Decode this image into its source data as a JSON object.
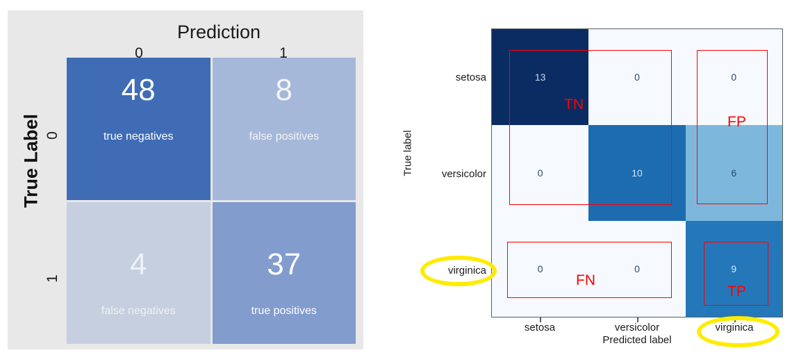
{
  "left_figure": {
    "title": "Prediction",
    "y_axis_label": "True Label",
    "col_labels": [
      "0",
      "1"
    ],
    "row_labels": [
      "0",
      "1"
    ],
    "cells": [
      {
        "key": "tn",
        "value": "48",
        "label": "true negatives",
        "color": "#3f6cb5",
        "text_color": "#ffffff"
      },
      {
        "key": "fp",
        "value": "8",
        "label": "false positives",
        "color": "#a6b8d9",
        "text_color": "#f2f4f8"
      },
      {
        "key": "fn",
        "value": "4",
        "label": "false negatives",
        "color": "#c5cfdf",
        "text_color": "#eef1f6"
      },
      {
        "key": "tp",
        "value": "37",
        "label": "true positives",
        "color": "#819ccd",
        "text_color": "#ffffff"
      }
    ],
    "background": "#e8e8e8"
  },
  "right_figure": {
    "y_axis_label": "True label",
    "x_axis_label": "Predicted label",
    "x_ticks": [
      "setosa",
      "versicolor",
      "virginica"
    ],
    "y_ticks": [
      "setosa",
      "versicolor",
      "virginica"
    ],
    "matrix": [
      [
        {
          "value": "13",
          "color": "#0b2c62",
          "text_color": "#cdd9ec"
        },
        {
          "value": "0",
          "color": "#f6f9fd",
          "text_color": "#26486f"
        },
        {
          "value": "0",
          "color": "#f6f9fd",
          "text_color": "#26486f"
        }
      ],
      [
        {
          "value": "0",
          "color": "#f6f9fd",
          "text_color": "#26486f"
        },
        {
          "value": "10",
          "color": "#1d6cb0",
          "text_color": "#d6e3f2"
        },
        {
          "value": "6",
          "color": "#7db8dc",
          "text_color": "#24476e"
        }
      ],
      [
        {
          "value": "0",
          "color": "#f6f9fd",
          "text_color": "#26486f"
        },
        {
          "value": "0",
          "color": "#f6f9fd",
          "text_color": "#26486f"
        },
        {
          "value": "9",
          "color": "#2478b9",
          "text_color": "#d8e5f3"
        }
      ]
    ],
    "annotations": [
      {
        "key": "tn",
        "label": "TN",
        "box_color": "#ff0000"
      },
      {
        "key": "fp",
        "label": "FP",
        "box_color": "#ff0000"
      },
      {
        "key": "fn",
        "label": "FN",
        "box_color": "#ff0000"
      },
      {
        "key": "tp",
        "label": "TP",
        "box_color": "#ff0000"
      }
    ],
    "highlights": [
      {
        "key": "ytick-virginica",
        "color": "#ffeb00"
      },
      {
        "key": "xtick-virginica",
        "color": "#ffeb00"
      }
    ]
  },
  "chart_data": {
    "type": "heatmap",
    "title": "",
    "charts": [
      {
        "name": "binary-confusion-matrix",
        "type": "heatmap",
        "xlabel": "Prediction",
        "ylabel": "True Label",
        "x_categories": [
          "0",
          "1"
        ],
        "y_categories": [
          "0",
          "1"
        ],
        "values": [
          [
            48,
            8
          ],
          [
            4,
            37
          ]
        ],
        "cell_annotations": [
          [
            "true negatives",
            "false positives"
          ],
          [
            "false negatives",
            "true positives"
          ]
        ],
        "grid": false,
        "legend": "none"
      },
      {
        "name": "iris-confusion-matrix",
        "type": "heatmap",
        "xlabel": "Predicted label",
        "ylabel": "True label",
        "x_categories": [
          "setosa",
          "versicolor",
          "virginica"
        ],
        "y_categories": [
          "setosa",
          "versicolor",
          "virginica"
        ],
        "values": [
          [
            13,
            0,
            0
          ],
          [
            0,
            10,
            6
          ],
          [
            0,
            0,
            9
          ]
        ],
        "annotations": [
          "TN",
          "FP",
          "FN",
          "TP"
        ],
        "grid": false,
        "legend": "none"
      }
    ]
  }
}
